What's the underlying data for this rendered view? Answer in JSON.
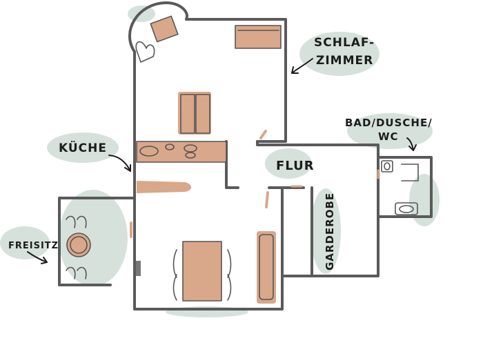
{
  "labels": {
    "schlafzimmer_1": "SCHLAF-",
    "schlafzimmer_2": "ZIMMER",
    "bad_1": "BAD/DUSCHE/",
    "bad_2": "WC",
    "kueche": "KÜCHE",
    "flur": "FLUR",
    "garderobe": "GARDEROBE",
    "freisitz": "FREISITZ"
  },
  "colors": {
    "wall": "#5a5a5c",
    "wood": "#d9a78a",
    "watercolor": "#cfdcd6",
    "text": "#1c1c1c"
  }
}
